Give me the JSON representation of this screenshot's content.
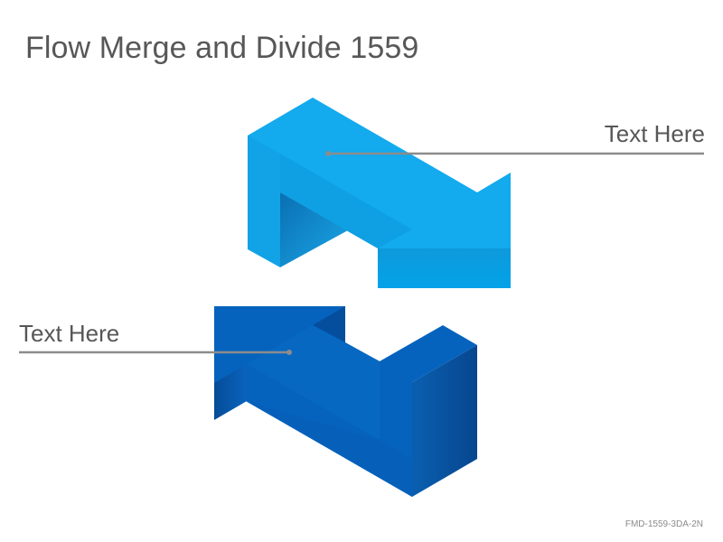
{
  "slide": {
    "title": "Flow Merge and Divide 1559",
    "footer_code": "FMD-1559-3DA-2N"
  },
  "callouts": [
    {
      "id": "top",
      "text": "Text Here"
    },
    {
      "id": "bottom",
      "text": "Text Here"
    }
  ],
  "colors": {
    "light_blue": "#12A8EC",
    "dark_blue": "#0663BD",
    "leader_line": "#8C8C8C",
    "text": "#575757"
  }
}
